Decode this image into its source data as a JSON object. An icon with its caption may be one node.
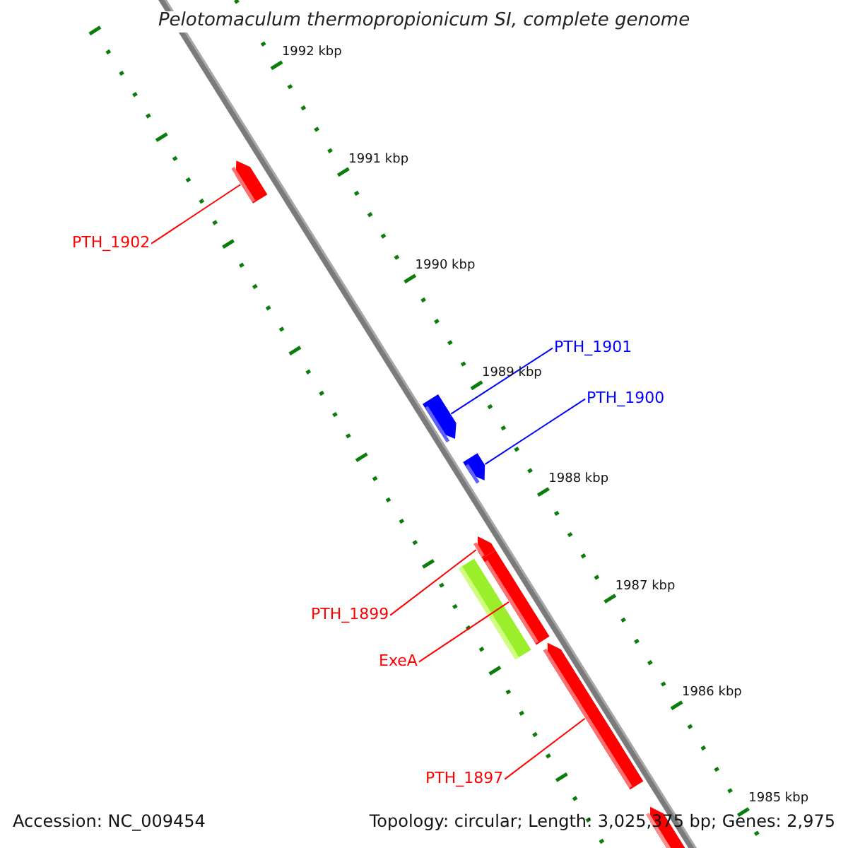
{
  "diagram": {
    "title": "Pelotomaculum thermopropionicum SI, complete genome",
    "nodes": [
      {
        "text": [
          "PTH_1902"
        ]
      },
      {
        "text": [],
        "shape": "arrow"
      },
      {
        "text": [
          "PTH_1901"
        ]
      },
      {
        "text": [
          "PTH_1900"
        ]
      },
      {
        "text": [],
        "shape": "arrow"
      },
      {
        "text": [],
        "shape": "arrow"
      },
      {
        "text": [
          "PTH_1899"
        ]
      },
      {
        "text": [],
        "shape": "arrow"
      },
      {
        "text": [],
        "shape": "arrow"
      },
      {
        "text": [],
        "shape": "bar"
      },
      {
        "text": [
          "ExeA"
        ]
      },
      {
        "text": [],
        "shape": "arrow"
      },
      {
        "text": [
          "PTH_1897"
        ]
      },
      {
        "text": [],
        "shape": "arrow"
      }
    ],
    "edges": [
      {
        "from": 0,
        "to": 1,
        "arrow": "none"
      },
      {
        "from": 2,
        "to": 4,
        "arrow": "none",
        "color": "#0000ff"
      },
      {
        "from": 3,
        "to": 5,
        "arrow": "none",
        "color": "#0000ff"
      },
      {
        "from": 6,
        "to": 7,
        "arrow": "none"
      },
      {
        "from": 10,
        "to": 8,
        "arrow": "none"
      },
      {
        "from": 12,
        "to": 11,
        "arrow": "none"
      }
    ],
    "labels": [
      "1992 kbp",
      "1991 kbp",
      "1990 kbp",
      "1989 kbp",
      "1988 kbp",
      "1987 kbp",
      "1986 kbp",
      "1985 kbp",
      "Accession: NC_009454",
      "Topology: circular; Length: 3,025,375 bp; Genes: 2,975"
    ]
  }
}
